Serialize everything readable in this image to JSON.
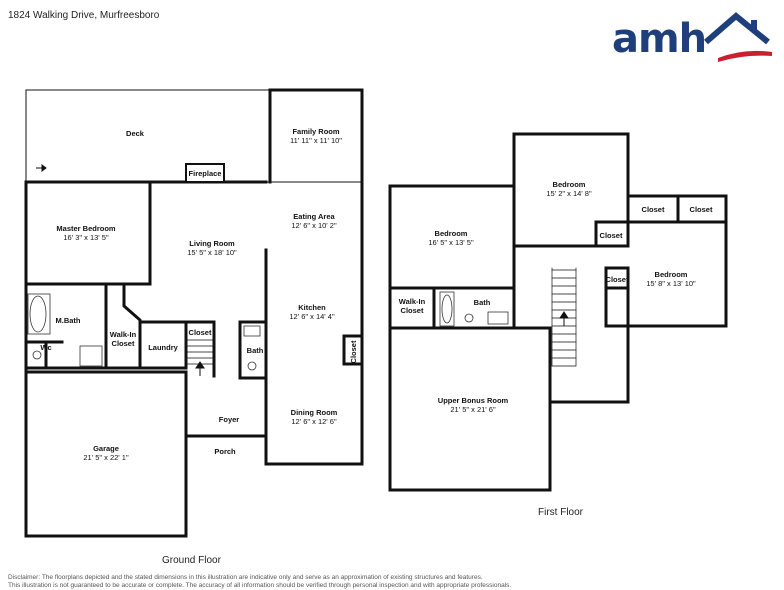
{
  "header": {
    "address": "1824 Walking Drive, Murfreesboro"
  },
  "logo": {
    "text": "amh",
    "brand_blue": "#1f3f7a",
    "brand_red": "#c8202f",
    "icon": "house-roof-icon"
  },
  "ground_floor": {
    "label": "Ground Floor",
    "rooms": {
      "deck": {
        "name": "Deck"
      },
      "family_room": {
        "name": "Family Room",
        "dims": "11' 11\" x 11' 10\""
      },
      "fireplace": {
        "name": "Fireplace"
      },
      "eating_area": {
        "name": "Eating Area",
        "dims": "12' 6\" x 10' 2\""
      },
      "master_bedroom": {
        "name": "Master Bedroom",
        "dims": "16' 3\" x 13' 5\""
      },
      "living_room": {
        "name": "Living Room",
        "dims": "15' 5\" x 18' 10\""
      },
      "kitchen": {
        "name": "Kitchen",
        "dims": "12' 6\" x 14' 4\""
      },
      "m_bath": {
        "name": "M.Bath"
      },
      "walk_in_closet": {
        "name": "Walk-In Closet"
      },
      "laundry": {
        "name": "Laundry"
      },
      "closet_a": {
        "name": "Closet"
      },
      "bath": {
        "name": "Bath"
      },
      "closet_b": {
        "name": "Closet"
      },
      "wc": {
        "name": "Wc"
      },
      "garage": {
        "name": "Garage",
        "dims": "21' 5\" x 22' 1\""
      },
      "foyer": {
        "name": "Foyer"
      },
      "porch": {
        "name": "Porch"
      },
      "dining_room": {
        "name": "Dining Room",
        "dims": "12' 6\" x 12' 6\""
      }
    }
  },
  "first_floor": {
    "label": "First Floor",
    "rooms": {
      "bedroom_1": {
        "name": "Bedroom",
        "dims": "15' 2\" x 14' 8\""
      },
      "bedroom_2": {
        "name": "Bedroom",
        "dims": "16' 5\" x 13' 5\""
      },
      "closet_1": {
        "name": "Closet"
      },
      "closet_2": {
        "name": "Closet"
      },
      "closet_3": {
        "name": "Closet"
      },
      "bedroom_3": {
        "name": "Bedroom",
        "dims": "15' 8\" x 13' 10\""
      },
      "closet_4": {
        "name": "Closet"
      },
      "walk_in_closet": {
        "name": "Walk-In Closet"
      },
      "bath": {
        "name": "Bath"
      },
      "upper_bonus_room": {
        "name": "Upper Bonus Room",
        "dims": "21' 5\" x 21' 6\""
      }
    }
  },
  "footer": {
    "disclaimer_1": "Disclaimer: The floorplans depicted and the stated dimensions in this illustration are indicative only and serve as an approximation of existing structures and features.",
    "disclaimer_2": "This illustration is not guaranteed to be accurate or complete. The accuracy of all information should be verified through personal inspection and with appropriate professionals."
  }
}
